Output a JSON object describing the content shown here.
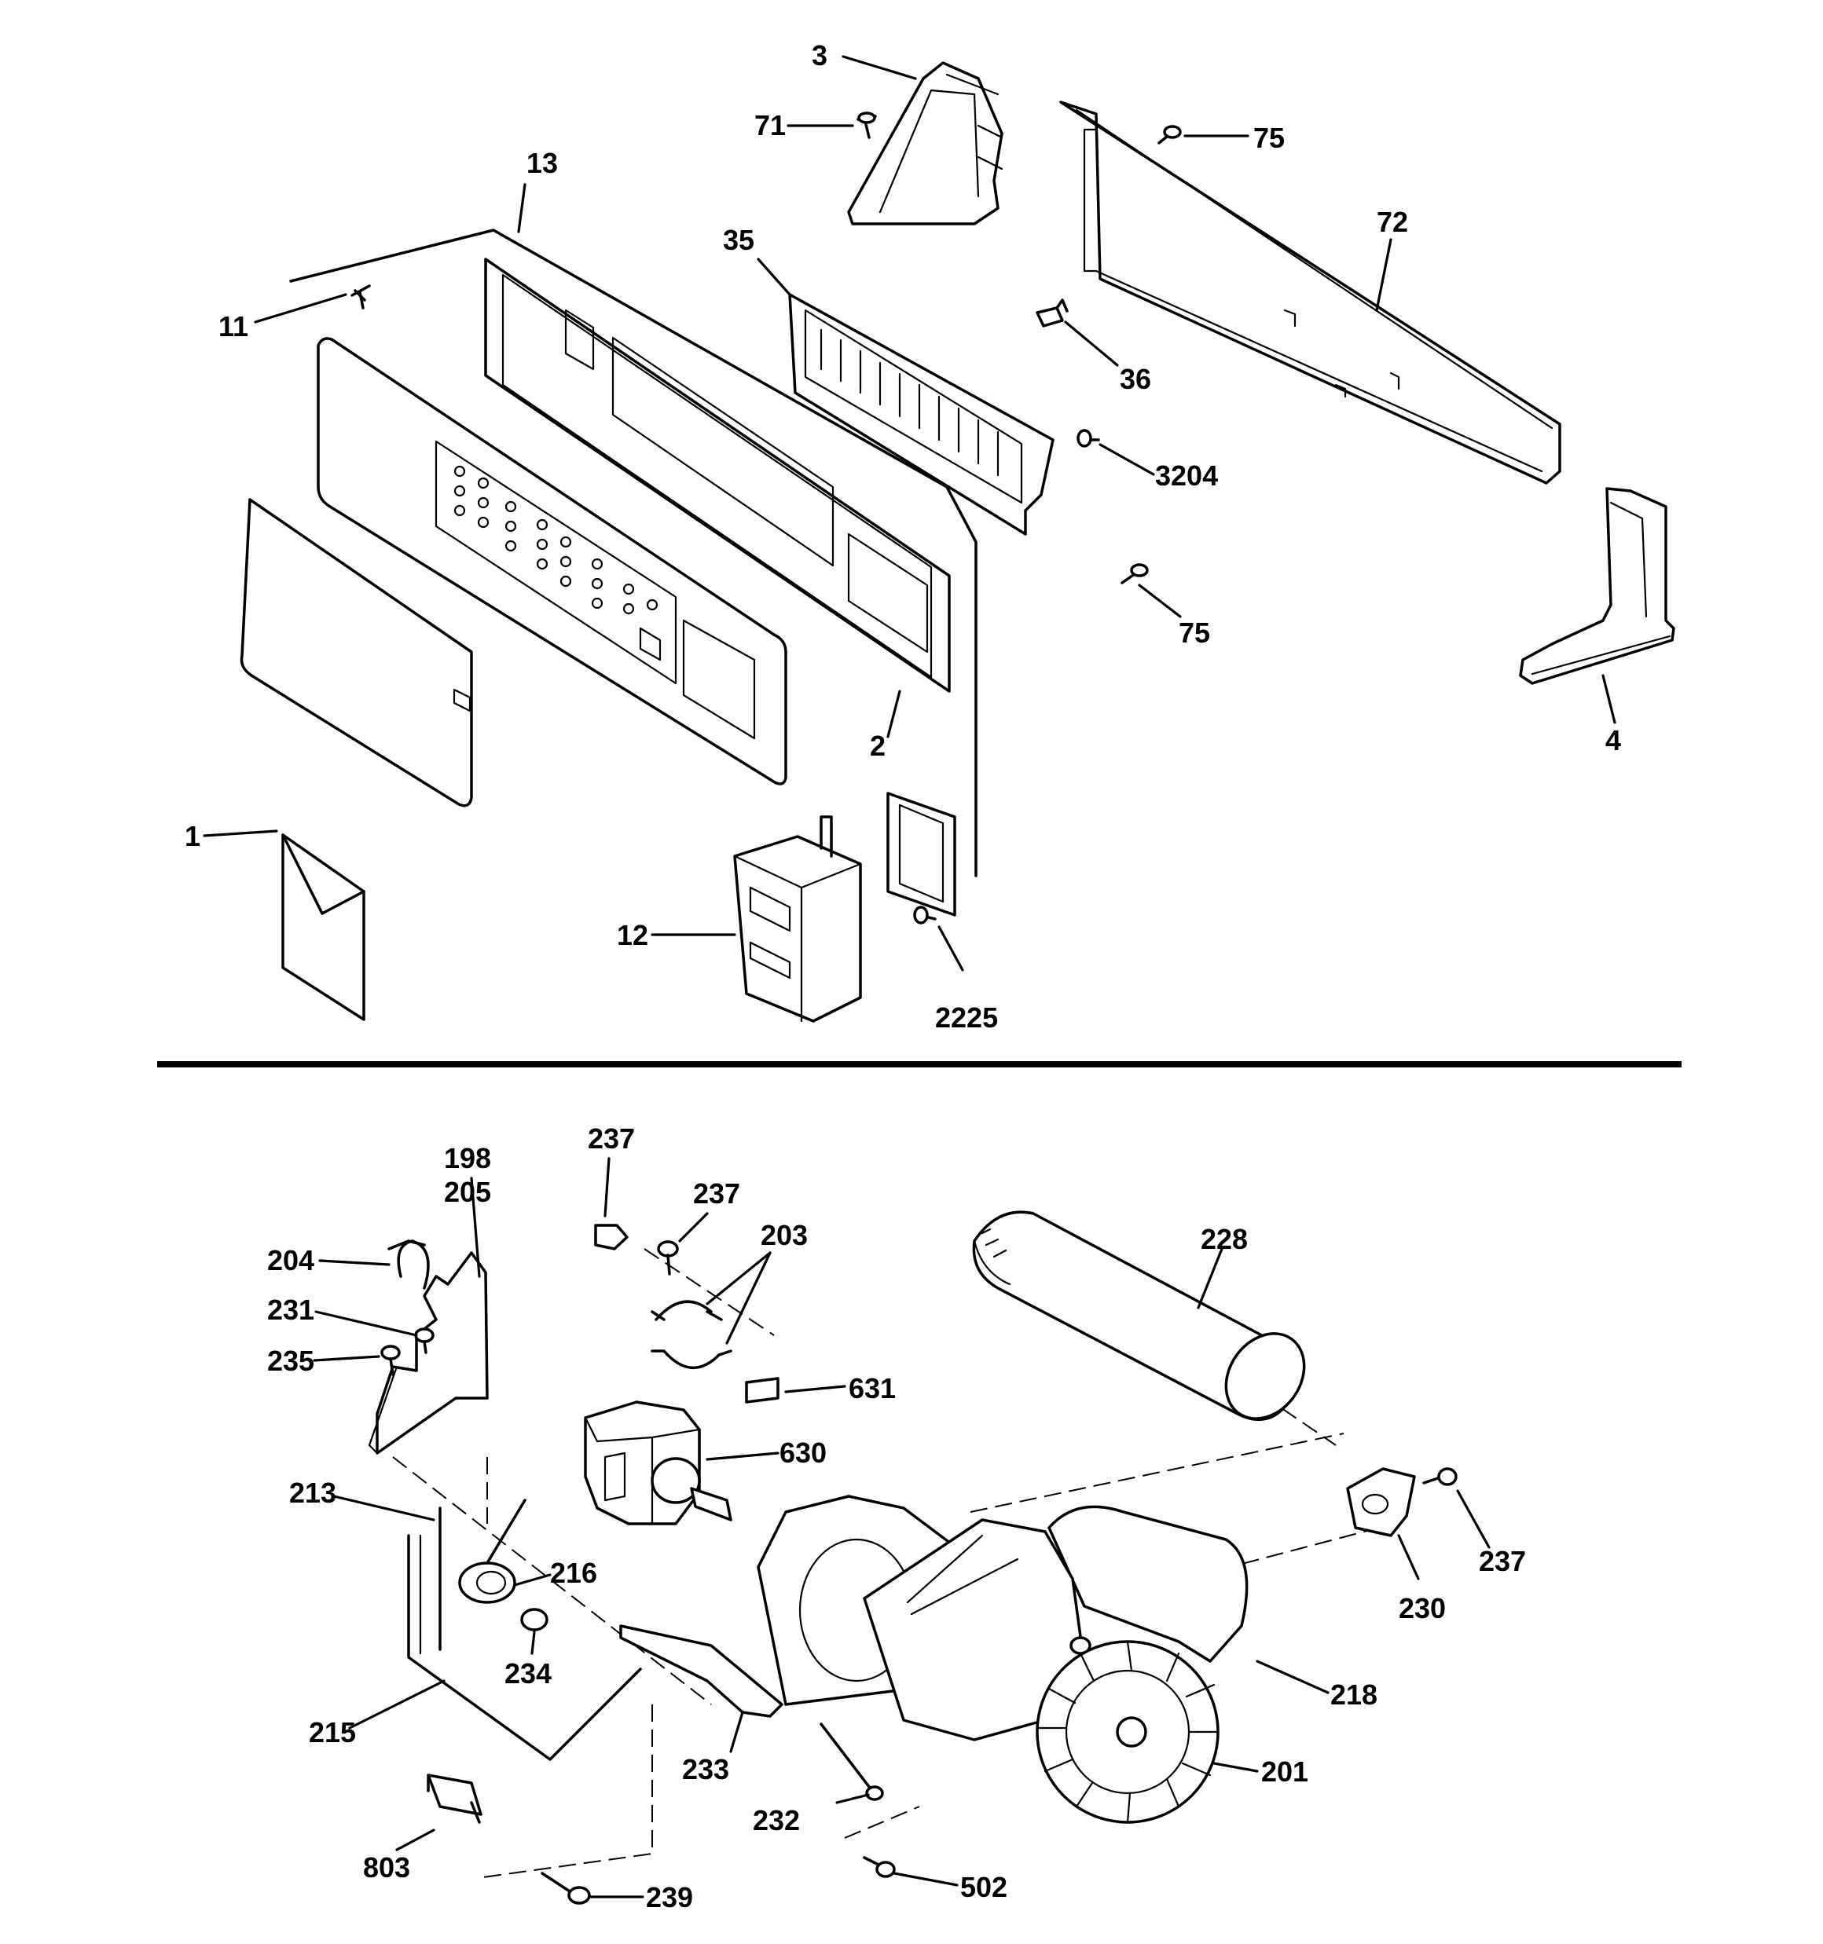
{
  "diagram": {
    "colors": {
      "ink": "#000000",
      "background": "#ffffff"
    },
    "upper_section": {
      "callouts": [
        "1",
        "2",
        "3",
        "4",
        "11",
        "12",
        "13",
        "35",
        "36",
        "71",
        "72",
        "75",
        "75",
        "3204",
        "2225"
      ]
    },
    "lower_section": {
      "callouts": [
        "198",
        "205",
        "204",
        "231",
        "235",
        "213",
        "215",
        "216",
        "234",
        "237",
        "237",
        "237",
        "203",
        "631",
        "630",
        "228",
        "230",
        "218",
        "233",
        "232",
        "201",
        "502",
        "803",
        "239"
      ]
    }
  }
}
